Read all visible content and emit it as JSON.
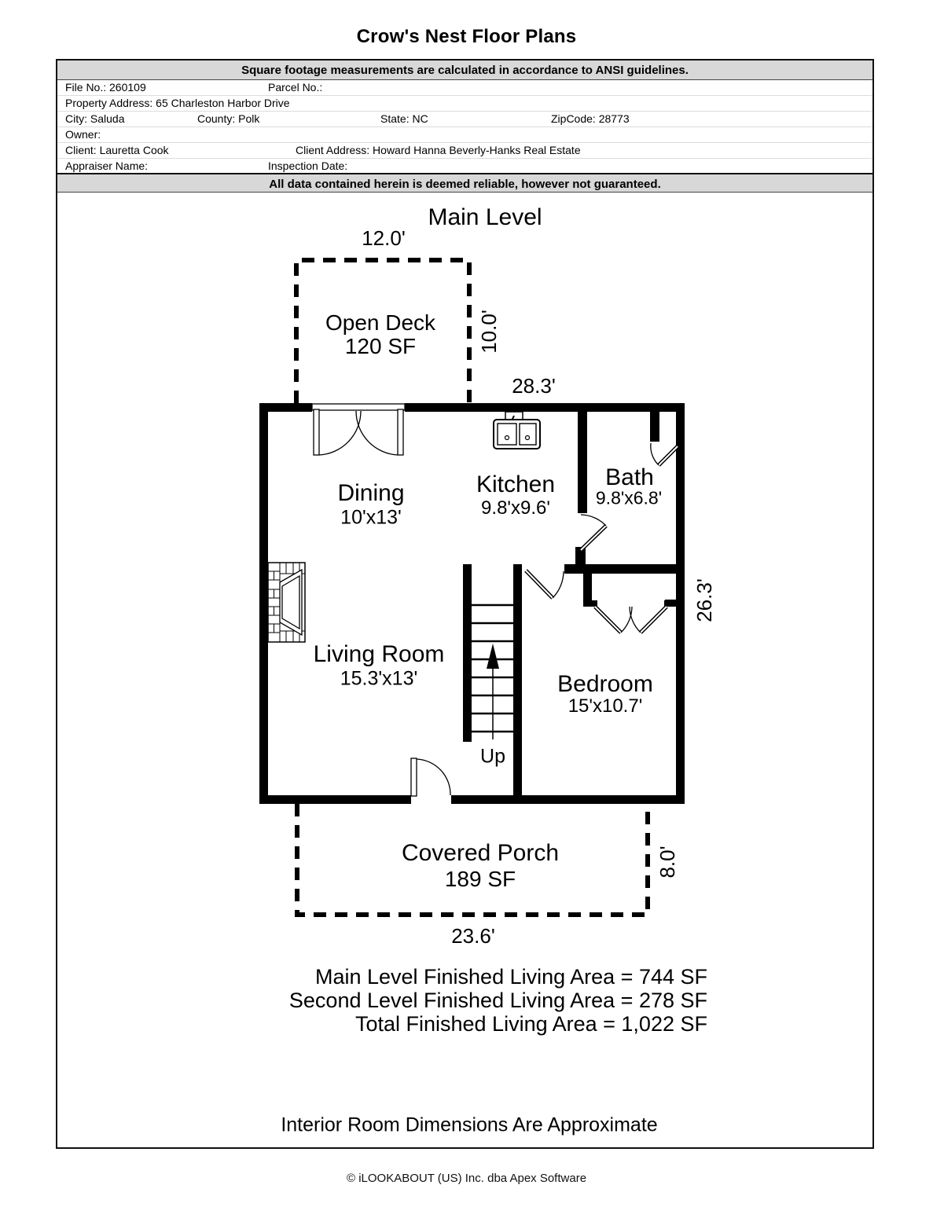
{
  "page": {
    "title": "Crow's Nest Floor Plans",
    "note": "Interior Room Dimensions Are Approximate",
    "footer": "© iLOOKABOUT (US) Inc. dba Apex Software"
  },
  "header": {
    "ansi_notice": "Square footage measurements are calculated in accordance to ANSI guidelines.",
    "disclaimer": "All data contained herein is deemed reliable, however not guaranteed.",
    "fields": {
      "file_no": "File No.: 260109",
      "parcel_no": "Parcel No.:",
      "property_address": "Property Address: 65 Charleston Harbor Drive",
      "city": "City: Saluda",
      "county": "County: Polk",
      "state": "State: NC",
      "zipcode": "ZipCode: 28773",
      "owner": "Owner:",
      "client": "Client: Lauretta Cook",
      "client_address": "Client Address: Howard Hanna Beverly-Hanks Real Estate",
      "appraiser_name": "Appraiser Name:",
      "inspection_date": "Inspection Date:"
    }
  },
  "plan": {
    "level_title": "Main Level",
    "stairs_label": "Up",
    "rooms": {
      "open_deck": {
        "name": "Open Deck",
        "area": "120 SF"
      },
      "dining": {
        "name": "Dining",
        "dims": "10'x13'"
      },
      "kitchen": {
        "name": "Kitchen",
        "dims": "9.8'x9.6'"
      },
      "bath": {
        "name": "Bath",
        "dims": "9.8'x6.8'"
      },
      "living_room": {
        "name": "Living Room",
        "dims": "15.3'x13'"
      },
      "bedroom": {
        "name": "Bedroom",
        "dims": "15'x10.7'"
      },
      "covered_porch": {
        "name": "Covered Porch",
        "area": "189 SF"
      }
    },
    "dimensions": {
      "deck_width": "12.0'",
      "deck_depth": "10.0'",
      "main_width": "28.3'",
      "main_depth": "26.3'",
      "porch_depth": "8.0'",
      "porch_width": "23.6'"
    }
  },
  "summary": {
    "lines": [
      "Main Level Finished Living Area = 744 SF",
      "Second Level Finished Living Area = 278 SF",
      "Total Finished Living Area = 1,022 SF"
    ]
  },
  "colors": {
    "wall": "#000000",
    "bar_background": "#d8d8d8"
  }
}
